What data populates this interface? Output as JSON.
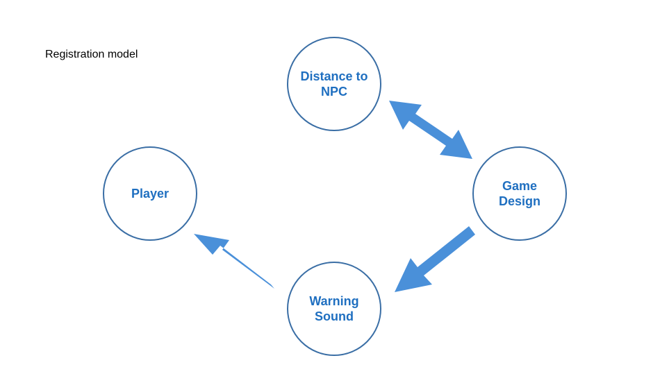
{
  "caption": "Registration model",
  "nodes": {
    "distance": "Distance to\nNPC",
    "game": "Game\nDesign",
    "player": "Player",
    "warning": "Warning\nSound"
  },
  "colors": {
    "node_border": "#3a6ea5",
    "node_text": "#1f6fc0",
    "arrow": "#4a90d9"
  },
  "edges": [
    {
      "from": "distance",
      "to": "game",
      "direction": "bidirectional"
    },
    {
      "from": "game",
      "to": "warning",
      "direction": "forward"
    },
    {
      "from": "warning",
      "to": "player",
      "direction": "forward"
    }
  ]
}
